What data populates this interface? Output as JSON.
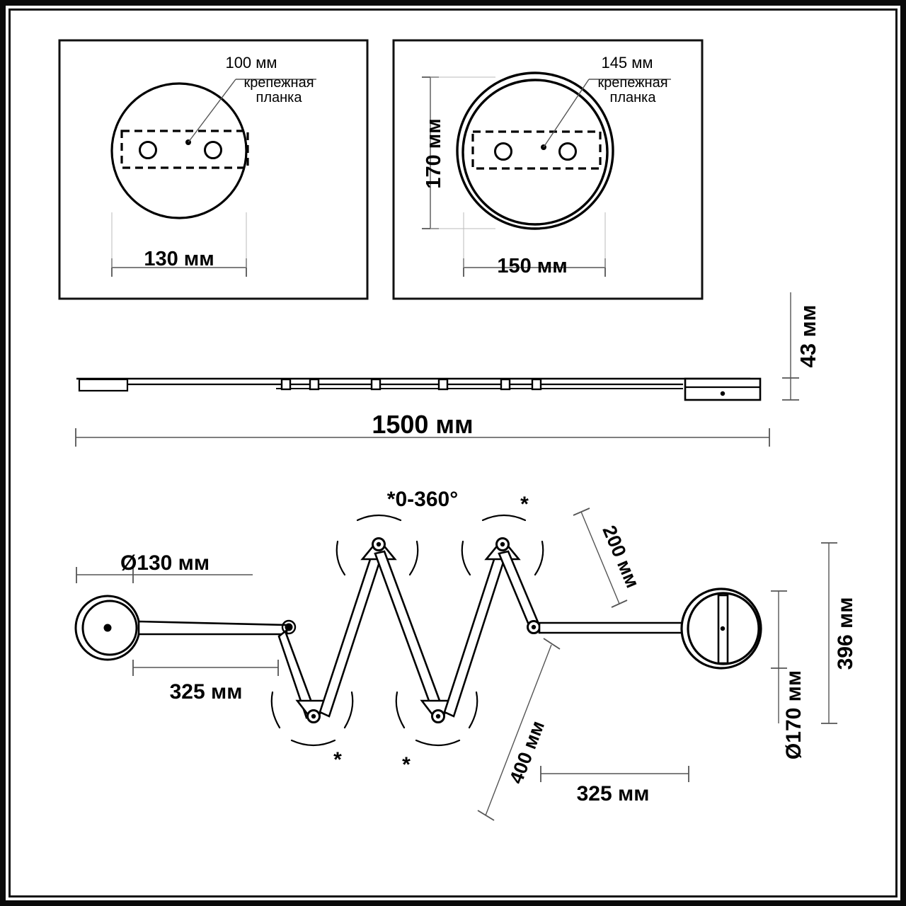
{
  "document": {
    "kind": "technical-drawing",
    "subject": "wall lamp dimensional drawing",
    "units_suffix": "мм"
  },
  "panel_top_left": {
    "name": "ceiling-mount-plate-small",
    "callout_value": "100 мм",
    "callout_label_line1": "крепежная",
    "callout_label_line2": "планка",
    "width_dimension": "130 мм"
  },
  "panel_top_right": {
    "name": "ceiling-mount-plate-large",
    "callout_value": "145 мм",
    "callout_label_line1": "крепежная",
    "callout_label_line2": "планка",
    "width_dimension": "150 мм",
    "height_dimension": "170 мм"
  },
  "profile_view": {
    "name": "side-profile",
    "length_dimension": "1500 мм",
    "thickness_dimension": "43 мм"
  },
  "main_view": {
    "name": "articulated-arm-lamp",
    "base_diameter": "Ø130 мм",
    "first_arm_length": "325 мм",
    "last_arm_length": "325 мм",
    "segment_short": "200 мм",
    "segment_long": "400 мм",
    "total_height": "396 мм",
    "head_diameter": "Ø170 мм",
    "rotation_note": "*0-360°",
    "asterisk": "*"
  },
  "colors": {
    "line": "#000000",
    "dim_line": "#555555",
    "frame": "#0a0a0a",
    "background": "#ffffff"
  }
}
